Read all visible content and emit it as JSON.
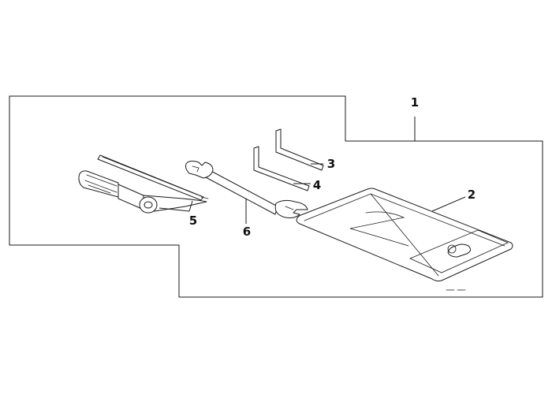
{
  "diagram": {
    "colors": {
      "line": "#1a1a1a",
      "background": "#ffffff"
    },
    "callouts": [
      {
        "id": "kit-outline",
        "label": "1"
      },
      {
        "id": "tool-pouch",
        "label": "2"
      },
      {
        "id": "hex-key-large",
        "label": "3"
      },
      {
        "id": "hex-key-small",
        "label": "4"
      },
      {
        "id": "screwdriver",
        "label": "5"
      },
      {
        "id": "open-end-wrench",
        "label": "6"
      }
    ]
  }
}
